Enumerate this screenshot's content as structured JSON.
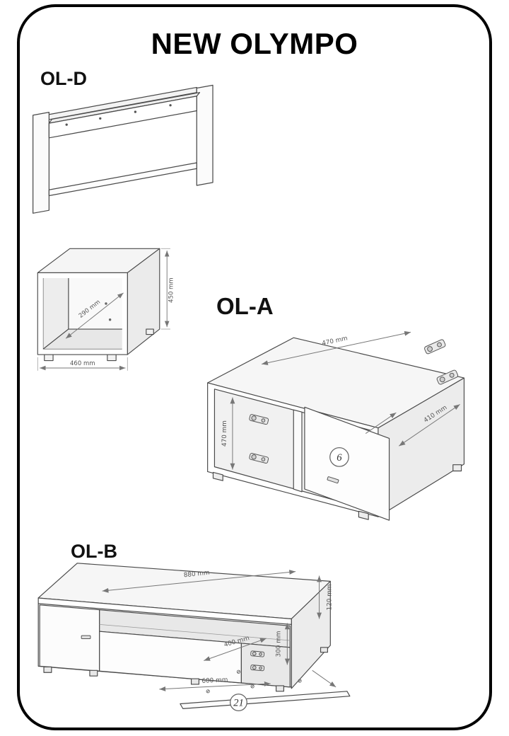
{
  "page": {
    "title": "NEW OLYMPO"
  },
  "colors": {
    "border": "#000000",
    "line": "#4a4a4a",
    "dim_line": "#777777"
  },
  "sections": {
    "old": {
      "label": "OL-D",
      "dims": {
        "height": "450 mm",
        "depth": "290 mm",
        "width": "460 mm"
      }
    },
    "ola": {
      "label": "OL-A",
      "dims": {
        "top": "470 mm",
        "front_height": "470 mm",
        "depth": "410 mm"
      },
      "part_badge": "6"
    },
    "olb": {
      "label": "OL-B",
      "dims": {
        "width": "880 mm",
        "niche_height": "120 mm",
        "lower_height": "300 mm",
        "inner_width": "400 mm",
        "shelf_width": "600 mm"
      },
      "part_badge": "21"
    }
  }
}
